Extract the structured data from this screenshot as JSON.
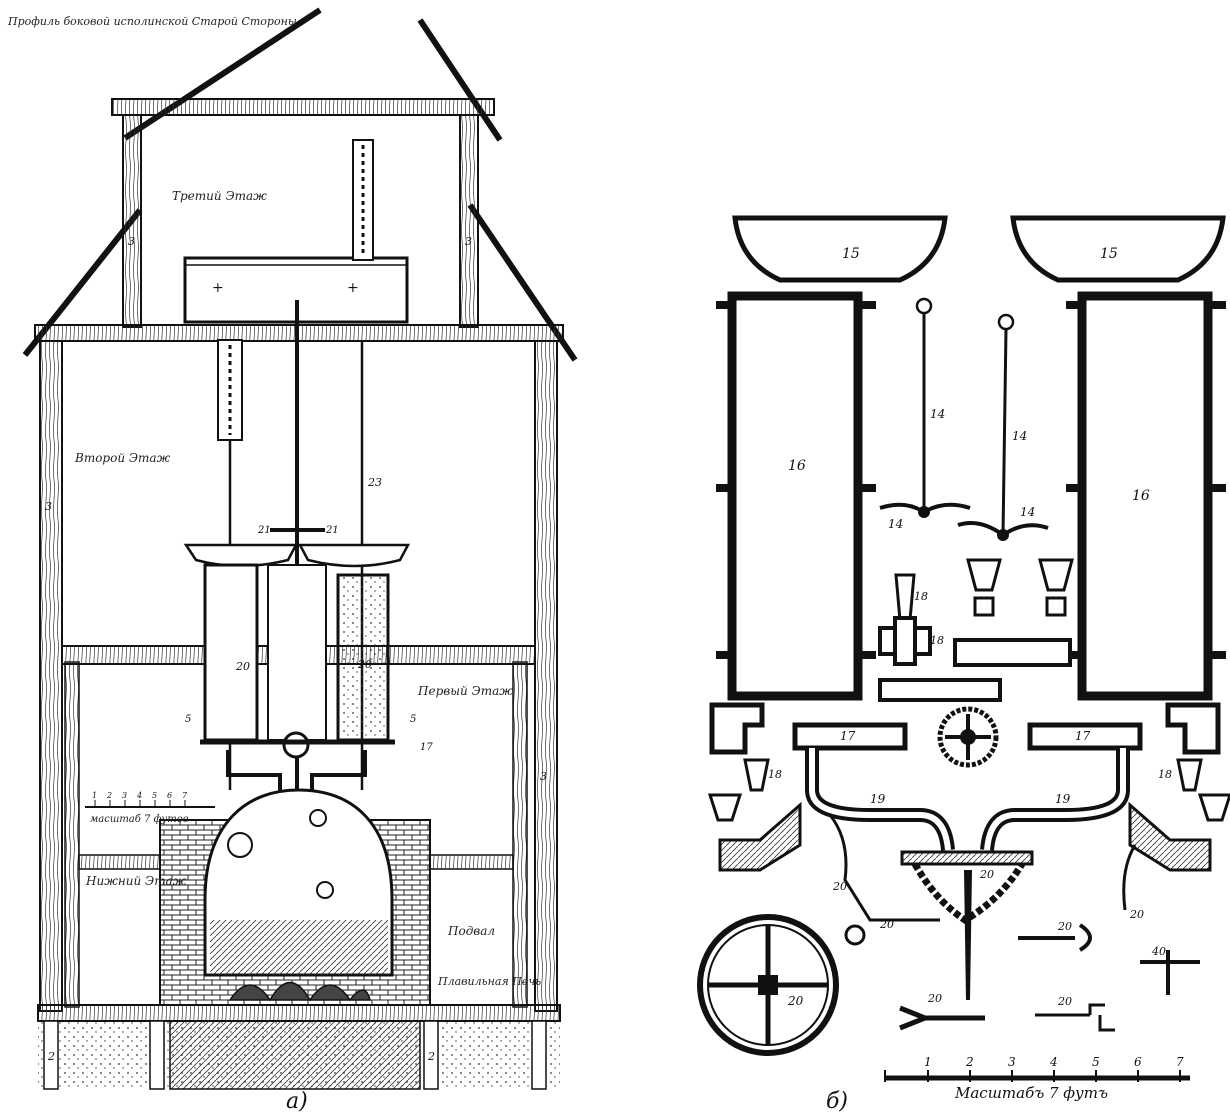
{
  "left_panel": {
    "caption": "а)",
    "title_note": "Профиль боковой исполинской Старой Стороны",
    "floor_labels": {
      "third": "Третий Этаж",
      "second": "Второй Этаж",
      "first": "Первый Этаж",
      "ground": "Нижний Этаж",
      "cellar": "Подвал",
      "furnace": "Плавильная Печь"
    },
    "scale_label": "масштаб 7 футов",
    "scale_ticks": [
      "1",
      "2",
      "3",
      "4",
      "5",
      "6",
      "7"
    ],
    "numbers": {
      "post": "3",
      "foundation": "2",
      "pipe": "23",
      "cylinder": "20",
      "cylinder_top": "21",
      "valve": "17",
      "bracket": "5"
    }
  },
  "right_panel": {
    "caption": "б)",
    "scale_label": "Масштабъ 7 футъ",
    "scale_ticks": [
      "1",
      "2",
      "3",
      "4",
      "5",
      "6",
      "7"
    ],
    "part_labels": {
      "basin": "15",
      "cylinder": "16",
      "rod": "14",
      "valve": "17",
      "tap": "18",
      "pipe": "19",
      "wheel": "20",
      "key": "40"
    }
  }
}
